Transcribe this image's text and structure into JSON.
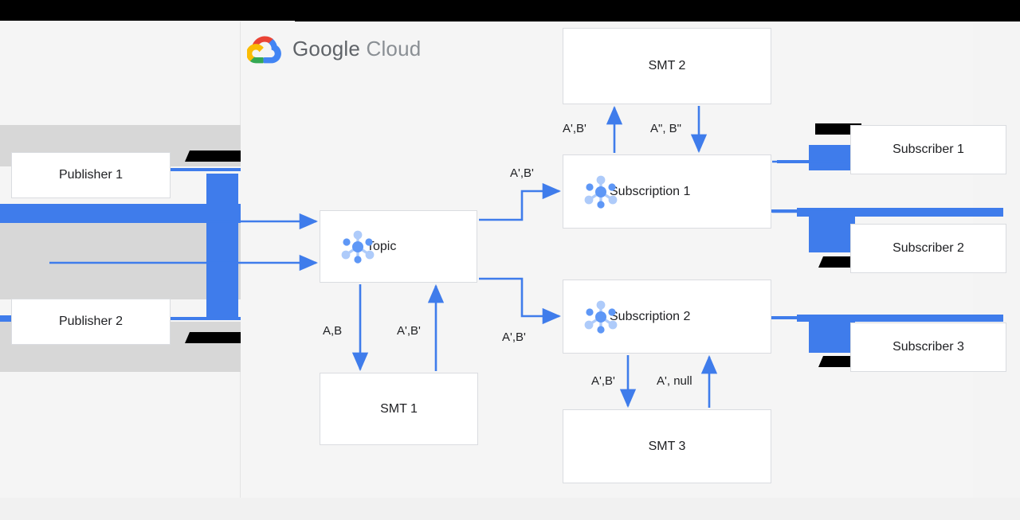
{
  "brand": {
    "logo_icon": "google-cloud-logo-icon",
    "word_google": "Google",
    "word_cloud": "Cloud",
    "accent_blue": "#3f7ceb",
    "node_icon_blue": "#5e97f6",
    "node_icon_light": "#aecbfa",
    "border_gray": "#dadce0",
    "canvas_gray": "#f5f5f5",
    "text_color": "#202124"
  },
  "diagram": {
    "type": "architecture-flow",
    "title": "Google Cloud Pub/Sub with Single Message Transforms",
    "nodes": [
      {
        "id": "pub1",
        "label": "Publisher 1",
        "icon": null,
        "group": "left"
      },
      {
        "id": "pub2",
        "label": "Publisher 2",
        "icon": null,
        "group": "left"
      },
      {
        "id": "topic",
        "label": "Topic",
        "icon": "pubsub-topic-icon",
        "group": "center"
      },
      {
        "id": "smt1",
        "label": "SMT 1",
        "icon": null,
        "group": "center"
      },
      {
        "id": "smt2",
        "label": "SMT 2",
        "icon": null,
        "group": "center"
      },
      {
        "id": "sub1",
        "label": "Subscription 1",
        "icon": "pubsub-subscription-icon",
        "group": "center"
      },
      {
        "id": "sub2",
        "label": "Subscription 2",
        "icon": "pubsub-subscription-icon",
        "group": "center"
      },
      {
        "id": "smt3",
        "label": "SMT 3",
        "icon": null,
        "group": "center"
      },
      {
        "id": "subA",
        "label": "Subscriber 1",
        "icon": null,
        "group": "right"
      },
      {
        "id": "subB",
        "label": "Subscriber 2",
        "icon": null,
        "group": "right"
      },
      {
        "id": "subC",
        "label": "Subscriber 3",
        "icon": null,
        "group": "right"
      }
    ],
    "edges": [
      {
        "from": "pub1",
        "to": "topic",
        "label": ""
      },
      {
        "from": "pub2",
        "to": "topic",
        "label": ""
      },
      {
        "from": "topic",
        "to": "smt1",
        "label": "A,B"
      },
      {
        "from": "smt1",
        "to": "topic",
        "label": "A',B'"
      },
      {
        "from": "topic",
        "to": "sub1",
        "label": "A',B'"
      },
      {
        "from": "topic",
        "to": "sub2",
        "label": "A',B'"
      },
      {
        "from": "sub1",
        "to": "smt2",
        "label": "A',B'"
      },
      {
        "from": "smt2",
        "to": "sub1",
        "label": "A\", B\""
      },
      {
        "from": "sub2",
        "to": "smt3",
        "label": "A',B'"
      },
      {
        "from": "smt3",
        "to": "sub2",
        "label": "A', null"
      },
      {
        "from": "sub1",
        "to": "subA",
        "label": ""
      },
      {
        "from": "sub1",
        "to": "subB",
        "label": ""
      },
      {
        "from": "sub2",
        "to": "subC",
        "label": ""
      }
    ],
    "edge_labels": {
      "topic_to_smt1": "A,B",
      "smt1_to_topic": "A',B'",
      "topic_to_sub1": "A',B'",
      "topic_to_sub2": "A',B'",
      "sub1_to_smt2": "A',B'",
      "smt2_to_sub1": "A\", B\"",
      "sub2_to_smt3": "A',B'",
      "smt3_to_sub2": "A', null"
    }
  }
}
